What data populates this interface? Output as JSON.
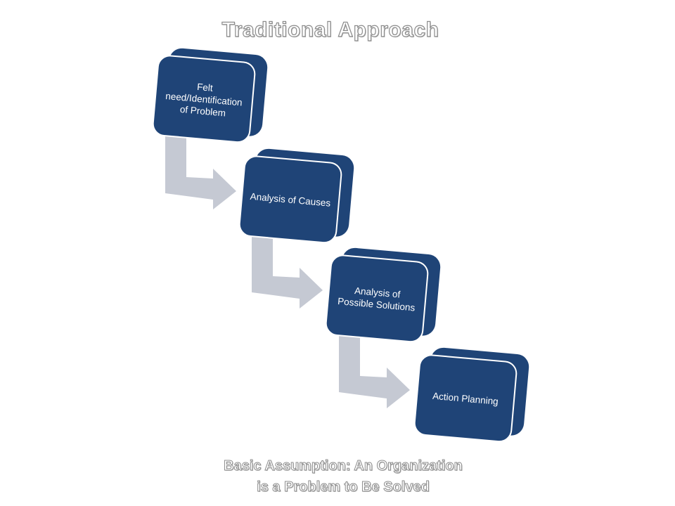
{
  "title": "Traditional Approach",
  "steps": [
    {
      "label": "Felt need/Identification of Problem"
    },
    {
      "label": "Analysis of Causes"
    },
    {
      "label": "Analysis of Possible Solutions"
    },
    {
      "label": "Action Planning"
    }
  ],
  "footer": {
    "line1": "Basic Assumption: An Organization",
    "line2": "is a Problem to Be Solved"
  },
  "colors": {
    "box_fill": "#1f4477",
    "arrow_fill": "#c5c9d3",
    "title_outline": "#8c8c8c"
  }
}
